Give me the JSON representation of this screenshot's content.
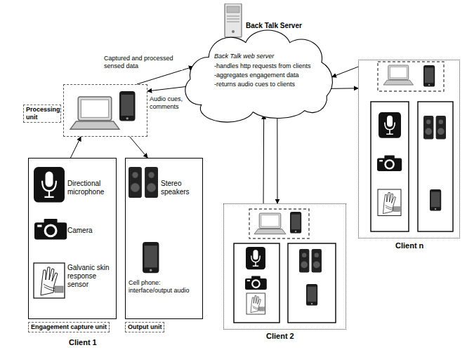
{
  "diagram": {
    "nodes": [
      {
        "text": [
          "Back Talk Server"
        ]
      },
      {
        "text": [
          "Back Talk web server",
          "-handles http requests from clients",
          "-aggregates engagement data",
          "-returns audio cues to clients"
        ]
      },
      {
        "text": [
          "Processing unit"
        ]
      },
      {
        "text": [
          "Directional microphone",
          "Camera",
          "Galvanic skin response sensor",
          "Engagement capture unit"
        ]
      },
      {
        "text": [
          "Stereo speakers",
          "Cell phone: interface/output audio",
          "Output unit"
        ]
      },
      {
        "text": [
          "Client 2"
        ]
      },
      {
        "text": [
          "Client n"
        ]
      }
    ],
    "edges": [
      {
        "from": 2,
        "to": 1,
        "arrow": "to",
        "label": "Captured and processed sensed data"
      },
      {
        "from": 1,
        "to": 2,
        "arrow": "to",
        "label": "Audio cues, comments"
      },
      {
        "from": 3,
        "to": 2,
        "arrow": "to"
      },
      {
        "from": 2,
        "to": 4,
        "arrow": "to"
      },
      {
        "from": 5,
        "to": 1,
        "arrow": "to"
      },
      {
        "from": 1,
        "to": 5,
        "arrow": "to"
      },
      {
        "from": 6,
        "to": 1,
        "arrow": "to"
      },
      {
        "from": 1,
        "to": 6,
        "arrow": "to"
      }
    ],
    "labels": [
      "Client 1"
    ]
  }
}
